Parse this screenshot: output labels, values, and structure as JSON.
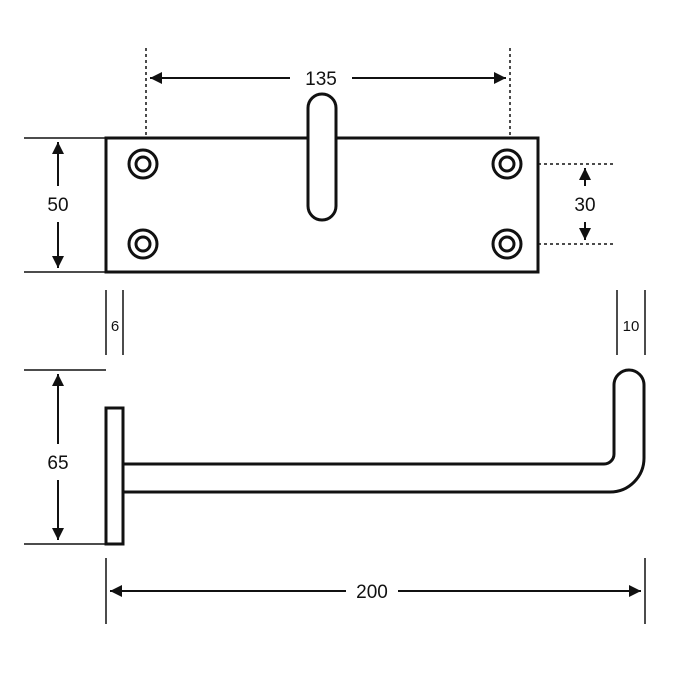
{
  "dimensions": {
    "plate_hole_spacing": "135",
    "plate_height": "50",
    "hole_vertical_spacing": "30",
    "plate_thickness": "6",
    "rod_diameter": "10",
    "bracket_height": "65",
    "bracket_length": "200"
  },
  "colors": {
    "line": "#111111",
    "background": "#ffffff"
  }
}
